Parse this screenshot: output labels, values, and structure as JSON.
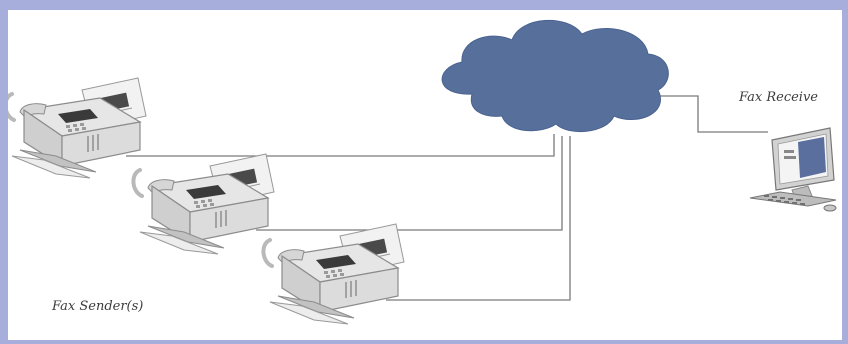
{
  "labels": {
    "receiver": "Fax Receive",
    "sender": "Fax Sender(s)"
  },
  "colors": {
    "frame_border": "#a7aedb",
    "cloud": "#56709b",
    "line": "#7a7a7a"
  },
  "icons": [
    "cloud-network",
    "fax-machine",
    "fax-machine",
    "fax-machine",
    "desktop-computer"
  ]
}
